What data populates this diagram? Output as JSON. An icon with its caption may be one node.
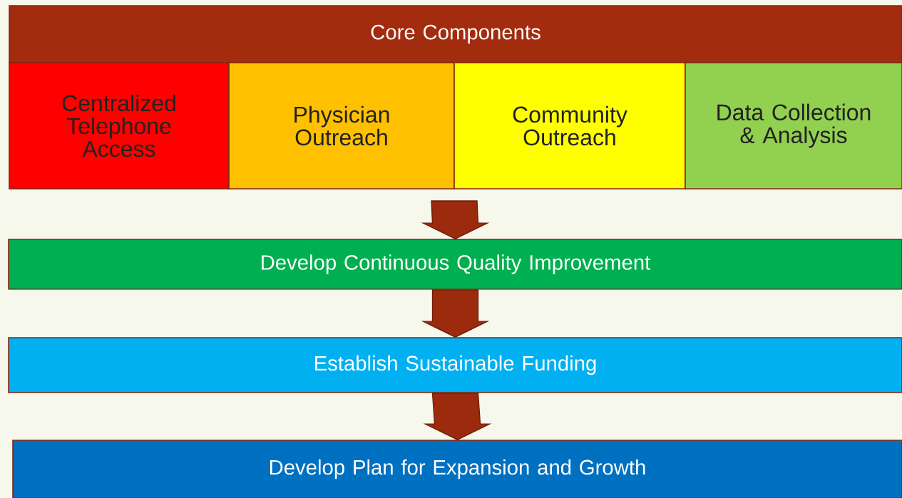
{
  "diagram": {
    "nodes": [
      {
        "text": [
          "Core Components"
        ]
      },
      {
        "text": [
          "Centralized Telephone Access"
        ]
      },
      {
        "text": [
          "Physician Outreach"
        ]
      },
      {
        "text": [
          "Community Outreach"
        ]
      },
      {
        "text": [
          "Data Collection & Analysis"
        ]
      },
      {
        "text": [
          "Develop Continuous Quality Improvement"
        ]
      },
      {
        "text": [
          "Establish Sustainable Funding"
        ]
      },
      {
        "text": [
          "Develop Plan for Expansion and Growth"
        ]
      }
    ],
    "edges": [
      {
        "from": null,
        "to": 5,
        "arrow": "to"
      },
      {
        "from": 5,
        "to": 6,
        "arrow": "to"
      },
      {
        "from": 6,
        "to": 7,
        "arrow": "to"
      }
    ]
  }
}
